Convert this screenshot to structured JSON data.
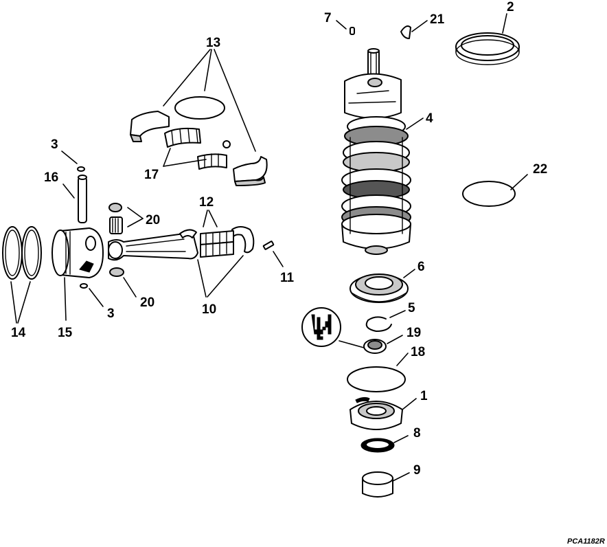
{
  "figure_code": "PCA1182R",
  "callouts": {
    "c1": "1",
    "c2": "2",
    "c3a": "3",
    "c3b": "3",
    "c4": "4",
    "c5": "5",
    "c6": "6",
    "c7": "7",
    "c8": "8",
    "c9": "9",
    "c10": "10",
    "c11": "11",
    "c12": "12",
    "c13": "13",
    "c14": "14",
    "c15": "15",
    "c16": "16",
    "c17": "17",
    "c18": "18",
    "c19": "19",
    "c20a": "20",
    "c20b": "20",
    "c21": "21",
    "c22": "22"
  }
}
